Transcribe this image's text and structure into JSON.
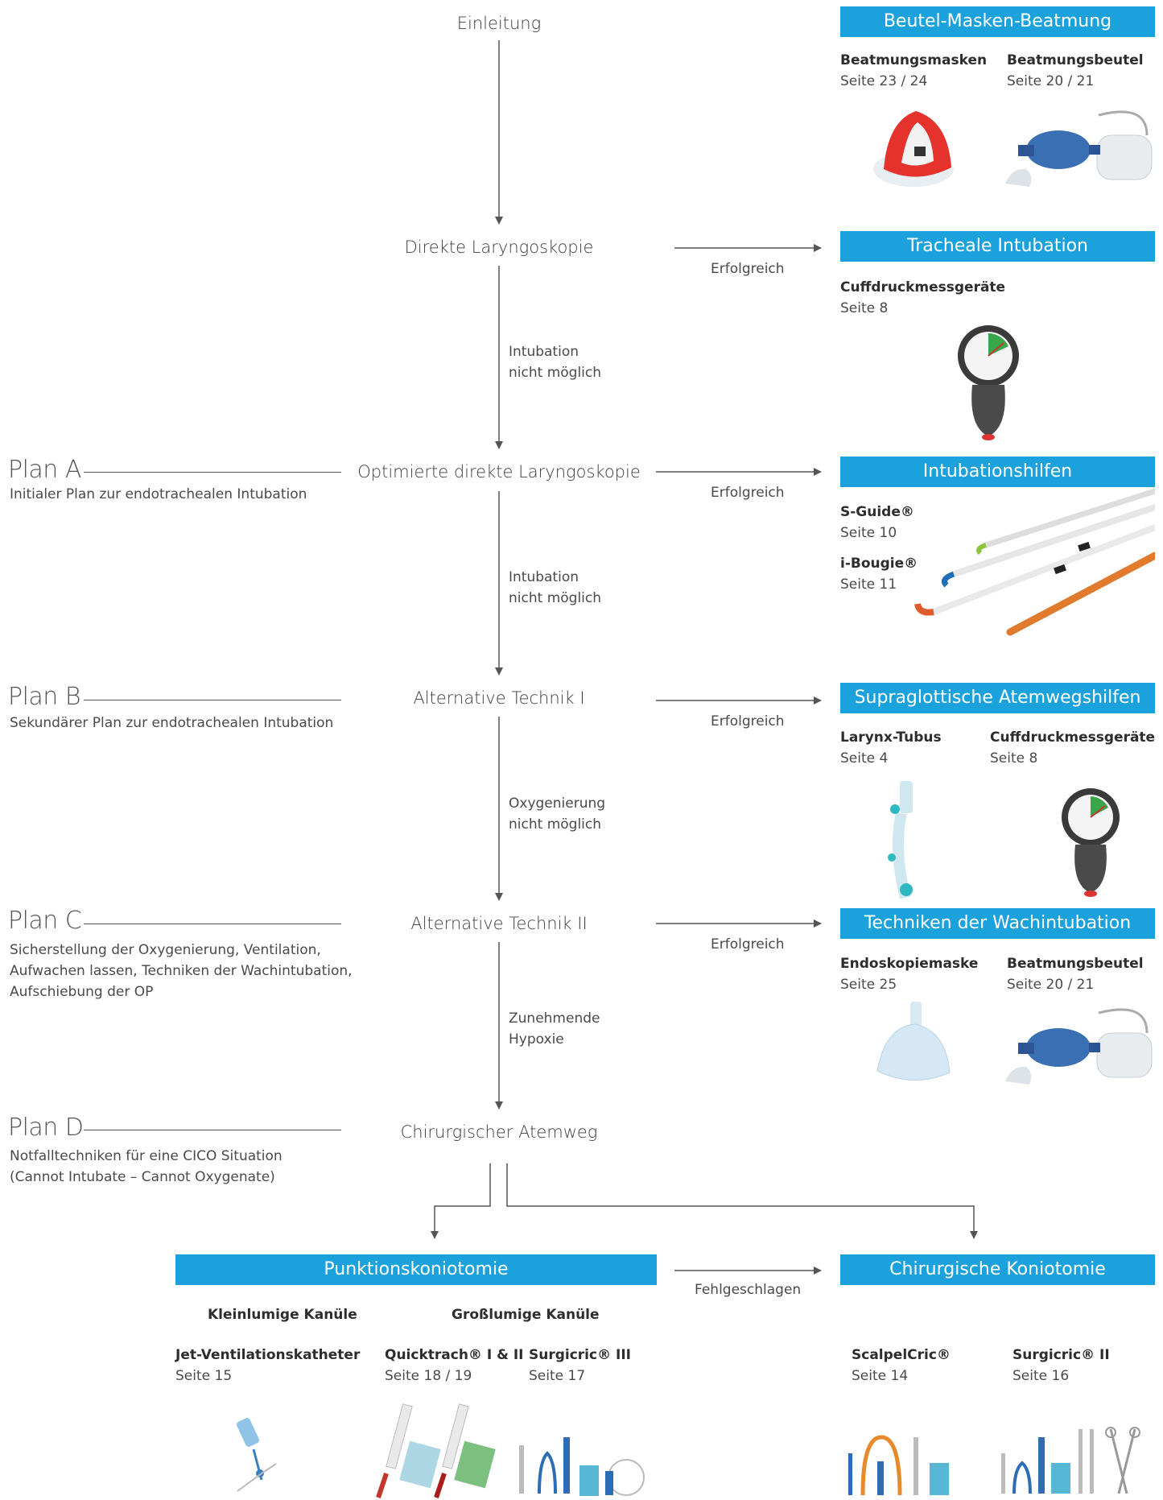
{
  "steps": {
    "einleitung": "Einleitung",
    "direkte": "Direkte Laryngoskopie",
    "optimierte": "Optimierte direkte Laryngoskopie",
    "alt1": "Alternative Technik I",
    "alt2": "Alternative Technik II",
    "chirurgisch": "Chirurgischer Atemweg"
  },
  "conditions": {
    "c1_line1": "Intubation",
    "c1_line2": "nicht möglich",
    "c2_line1": "Intubation",
    "c2_line2": "nicht möglich",
    "c3_line1": "Oxygenierung",
    "c3_line2": "nicht möglich",
    "c4_line1": "Zunehmende",
    "c4_line2": "Hypoxie"
  },
  "outcomes": {
    "success": "Erfolgreich",
    "failed": "Fehlgeschlagen"
  },
  "plans": {
    "a": {
      "label": "Plan A",
      "line1": "Initialer Plan zur endotrachealen Intubation"
    },
    "b": {
      "label": "Plan B",
      "line1": "Sekundärer Plan zur endotrachealen Intubation"
    },
    "c": {
      "label": "Plan C",
      "line1": "Sicherstellung der Oxygenierung, Ventilation,",
      "line2": "Aufwachen lassen, Techniken der Wachintubation,",
      "line3": "Aufschiebung der OP"
    },
    "d": {
      "label": "Plan D",
      "line1": "Notfalltechniken für eine CICO Situation",
      "line2": "(Cannot Intubate – Cannot Oxygenate)"
    }
  },
  "boxes": {
    "beutel": {
      "title": "Beutel-Masken-Beatmung",
      "p1_name": "Beatmungsmasken",
      "p1_page": "Seite 23 / 24",
      "p2_name": "Beatmungsbeutel",
      "p2_page": "Seite 20 / 21"
    },
    "tracheale": {
      "title": "Tracheale Intubation",
      "p1_name": "Cuffdruckmessgeräte",
      "p1_page": "Seite 8"
    },
    "hilfen": {
      "title": "Intubationshilfen",
      "p1_name": "S-Guide®",
      "p1_page": "Seite 10",
      "p2_name": "i-Bougie®",
      "p2_page": "Seite 11"
    },
    "supra": {
      "title": "Supraglottische Atemwegshilfen",
      "p1_name": "Larynx-Tubus",
      "p1_page": "Seite 4",
      "p2_name": "Cuffdruckmessgeräte",
      "p2_page": "Seite 8"
    },
    "wach": {
      "title": "Techniken der Wachintubation",
      "p1_name": "Endoskopiemaske",
      "p1_page": "Seite 25",
      "p2_name": "Beatmungsbeutel",
      "p2_page": "Seite 20 / 21"
    },
    "punktion": {
      "title": "Punktionskoniotomie",
      "sub1": "Kleinlumige Kanüle",
      "sub2": "Großlumige Kanüle",
      "p1_name": "Jet-Ventilationskatheter",
      "p1_page": "Seite 15",
      "p2_name": "Quicktrach® I & II",
      "p2_page": "Seite 18 / 19",
      "p3_name": "Surgicric® III",
      "p3_page": "Seite 17"
    },
    "chirurgische": {
      "title": "Chirurgische Koniotomie",
      "p1_name": "ScalpelCric®",
      "p1_page": "Seite 14",
      "p2_name": "Surgicric® II",
      "p2_page": "Seite 16"
    }
  },
  "colors": {
    "accent": "#1ba1dc",
    "line": "#555555"
  }
}
